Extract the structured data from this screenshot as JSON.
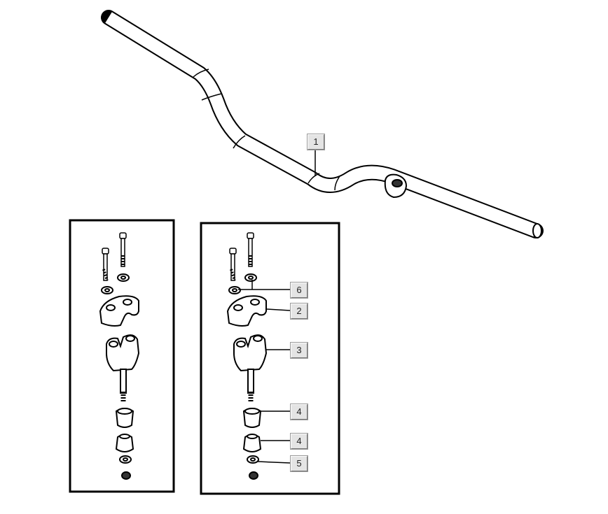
{
  "callouts": {
    "handlebar": "1",
    "washer": "6",
    "clamp": "2",
    "riser": "3",
    "bushing_upper": "4",
    "bushing_lower": "4",
    "lower_washer": "5"
  }
}
